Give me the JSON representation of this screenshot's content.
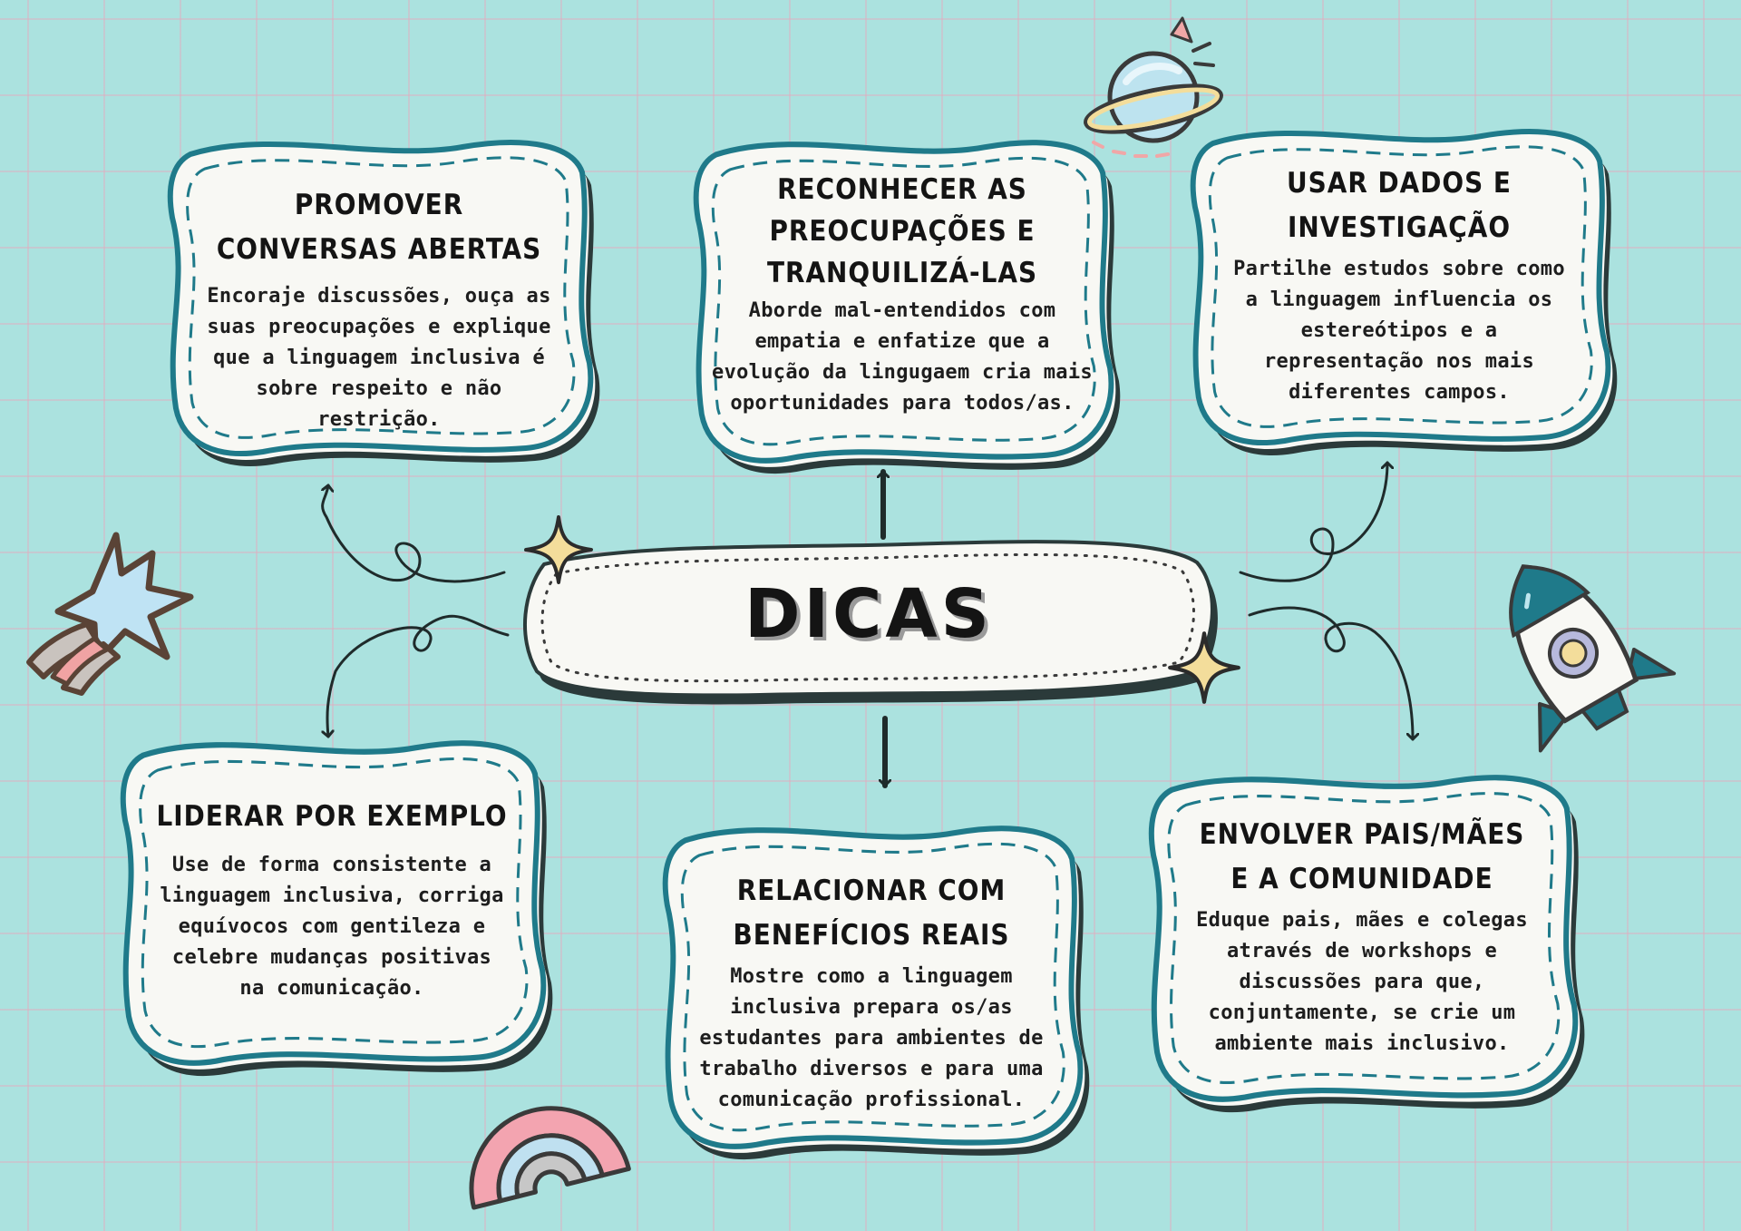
{
  "center": {
    "title": "DICAS"
  },
  "cards": [
    {
      "id": "promover",
      "title_lines": [
        "PROMOVER",
        "CONVERSAS ABERTAS"
      ],
      "body_lines": [
        "Encoraje discussões, ouça as",
        "suas preocupações e explique",
        "que a linguagem inclusiva é",
        "sobre respeito e não restrição."
      ]
    },
    {
      "id": "reconhecer",
      "title_lines": [
        "RECONHECER AS",
        "PREOCUPAÇÕES E",
        "TRANQUILIZÁ-LAS"
      ],
      "body_lines": [
        "Aborde mal-entendidos com",
        "empatia e enfatize que a",
        "evolução da lingugaem cria mais",
        "oportunidades para todos/as."
      ]
    },
    {
      "id": "dados",
      "title_lines": [
        "USAR DADOS E",
        "INVESTIGAÇÃO"
      ],
      "body_lines": [
        "Partilhe estudos sobre como",
        "a linguagem influencia os",
        "estereótipos e a",
        "representação nos mais",
        "diferentes campos."
      ]
    },
    {
      "id": "liderar",
      "title_lines": [
        "LIDERAR POR EXEMPLO"
      ],
      "body_lines": [
        "Use de forma consistente a",
        "linguagem inclusiva, corriga",
        "equívocos com gentileza e",
        "celebre mudanças positivas",
        "na comunicação."
      ]
    },
    {
      "id": "relacionar",
      "title_lines": [
        "RELACIONAR COM",
        "BENEFÍCIOS REAIS"
      ],
      "body_lines": [
        "Mostre como a linguagem",
        "inclusiva prepara os/as",
        "estudantes para ambientes de",
        "trabalho diversos e para uma",
        "comunicação profissional."
      ]
    },
    {
      "id": "envolver",
      "title_lines": [
        "ENVOLVER PAIS/MÃES",
        "E A COMUNIDADE"
      ],
      "body_lines": [
        "Eduque pais, mães e colegas",
        "através de workshops e",
        "discussões para que,",
        "conjuntamente, se crie um",
        "ambiente mais inclusivo."
      ]
    }
  ],
  "colors": {
    "background": "#abe2df",
    "grid": "#e4aabe",
    "card_fill": "#f8f8f4",
    "card_border": "#1f7a8a",
    "card_shadow": "#2b3a3a",
    "text": "#141414",
    "sparkle": "#f3dd9b",
    "outline": "#3a3a3a"
  },
  "icons": [
    "planet-icon",
    "rocket-icon",
    "shooting-star-icon",
    "rainbow-icon",
    "sparkle-icon",
    "arrow-icon"
  ]
}
